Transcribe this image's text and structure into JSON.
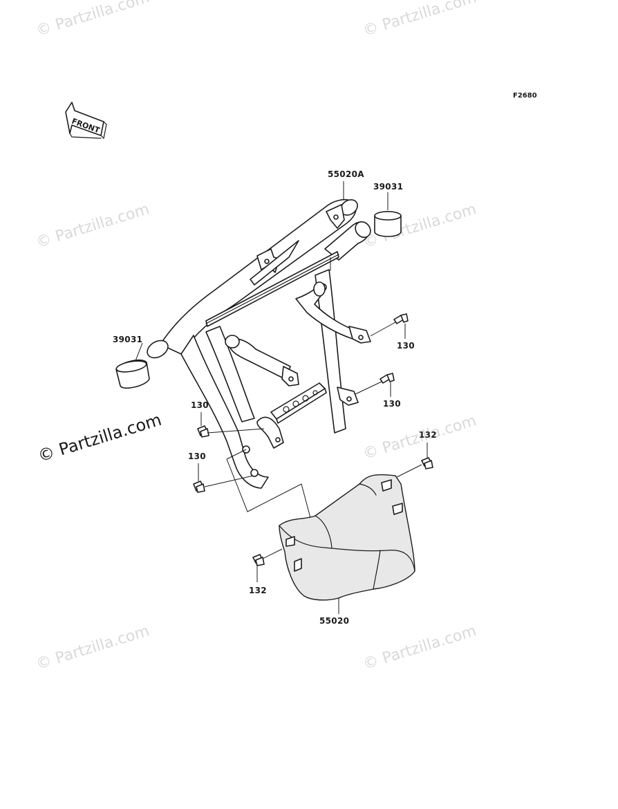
{
  "figure_code": "F2680",
  "front_indicator": "FRONT",
  "watermarks": {
    "small_text": "© Partzilla.com",
    "main_text": "© Partzilla.com"
  },
  "parts": {
    "frame": "55020A",
    "cap_right": "39031",
    "cap_left": "39031",
    "bolt_upper_right": "130",
    "bolt_mid_right": "130",
    "bolt_mid_left": "130",
    "bolt_lower_left": "130",
    "bolt_cover_right": "132",
    "bolt_cover_left": "132",
    "cover": "55020"
  }
}
